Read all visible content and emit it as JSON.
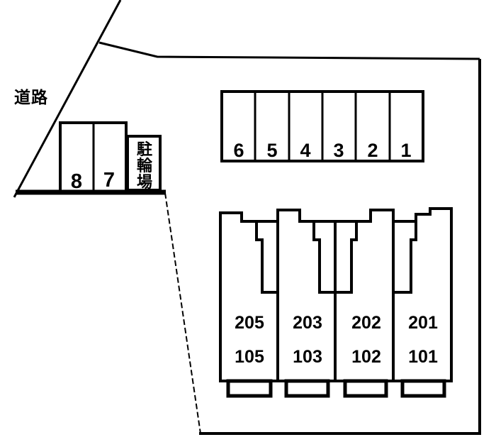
{
  "figure": {
    "background": "#ffffff",
    "line_color": "#000000",
    "road_label": "道路",
    "bike_parking_label": "駐輪場",
    "bike_parking_chars": [
      "駐",
      "輪",
      "場"
    ],
    "left_parking_spaces": [
      "8",
      "7"
    ],
    "top_parking_spaces": [
      "6",
      "5",
      "4",
      "3",
      "2",
      "1"
    ],
    "building_units": [
      {
        "upper": "205",
        "lower": "105"
      },
      {
        "upper": "203",
        "lower": "103"
      },
      {
        "upper": "202",
        "lower": "102"
      },
      {
        "upper": "201",
        "lower": "101"
      }
    ]
  }
}
